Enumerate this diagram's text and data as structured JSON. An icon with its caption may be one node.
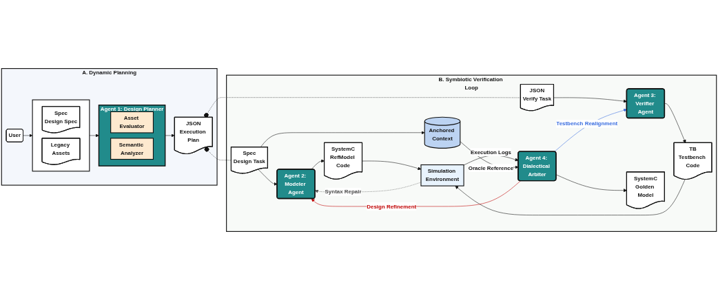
{
  "diagram": {
    "nodes": [
      {
        "text": [
          "A. Dynamic Planning"
        ]
      },
      {
        "text": [
          "User"
        ],
        "in": 0
      },
      {
        "text": [],
        "shape": "box",
        "in": 0
      },
      {
        "text": [
          "Spec",
          "Design Spec"
        ],
        "in": 2
      },
      {
        "text": [
          "Legacy Assets"
        ],
        "in": 2
      },
      {
        "text": [
          "Agent 1: Design Planner"
        ],
        "in": 0
      },
      {
        "text": [
          "Asset Evaluator"
        ],
        "in": 5
      },
      {
        "text": [
          "Semantic Analyzer"
        ],
        "in": 5
      },
      {
        "text": [
          "JSON",
          "Execution Plan"
        ],
        "in": 0
      },
      {
        "text": [
          "B. Symbiotic Verification Loop"
        ]
      },
      {
        "text": [
          "Spec",
          "Design Task"
        ],
        "in": 9
      },
      {
        "text": [
          "Agent 2: Modeler Agent"
        ],
        "in": 9
      },
      {
        "text": [
          "SystemC",
          "RefModel Code"
        ],
        "in": 9
      },
      {
        "text": [
          "Simulation Environment"
        ],
        "in": 9
      },
      {
        "text": [
          "TB",
          "Testbench Code"
        ],
        "in": 9
      },
      {
        "text": [
          "Agent 3: Verifier Agent"
        ],
        "in": 9
      },
      {
        "text": [
          "JSON",
          "Verify Task"
        ],
        "in": 9
      },
      {
        "text": [
          "Anchored Context"
        ],
        "in": 9
      },
      {
        "text": [
          "Agent 4: Dialectical Arbiter"
        ],
        "in": 9
      },
      {
        "text": [
          "SystemC",
          "Golden Model"
        ],
        "in": 9
      }
    ],
    "edges": [
      {
        "from": 1,
        "to": 2,
        "arrow": "to"
      },
      {
        "from": 2,
        "to": 5,
        "arrow": "to"
      },
      {
        "from": 5,
        "to": 8,
        "arrow": "to"
      },
      {
        "from": 8,
        "to": 10,
        "arrow": "other",
        "style": "dashed"
      },
      {
        "from": 8,
        "to": 16,
        "arrow": "other",
        "style": "dashed"
      },
      {
        "from": 10,
        "to": 11,
        "arrow": "to"
      },
      {
        "from": 11,
        "to": 12,
        "arrow": "to"
      },
      {
        "from": 12,
        "to": 13,
        "arrow": "to"
      },
      {
        "from": 16,
        "to": 15,
        "arrow": "to"
      },
      {
        "from": 15,
        "to": 14,
        "arrow": "to"
      },
      {
        "from": 14,
        "to": 13,
        "arrow": "to"
      },
      {
        "from": 13,
        "to": 18,
        "arrow": "to",
        "label": "Execution Logs"
      },
      {
        "from": 13,
        "to": 11,
        "arrow": "to",
        "label": "Syntax Repair",
        "style": "dashed",
        "color": "#4a4a4a"
      },
      {
        "from": 18,
        "to": 11,
        "arrow": "to",
        "label": "Design Refinement",
        "color": "#c00000"
      },
      {
        "from": 18,
        "to": 15,
        "arrow": "to",
        "label": "Testbench Realignment",
        "color": "#3b6ee0"
      },
      {
        "from": 10,
        "to": 17,
        "arrow": "to"
      },
      {
        "from": 17,
        "to": 18,
        "arrow": "to",
        "label": "Oracle Reference"
      },
      {
        "from": 18,
        "to": 19,
        "arrow": "to"
      }
    ]
  }
}
